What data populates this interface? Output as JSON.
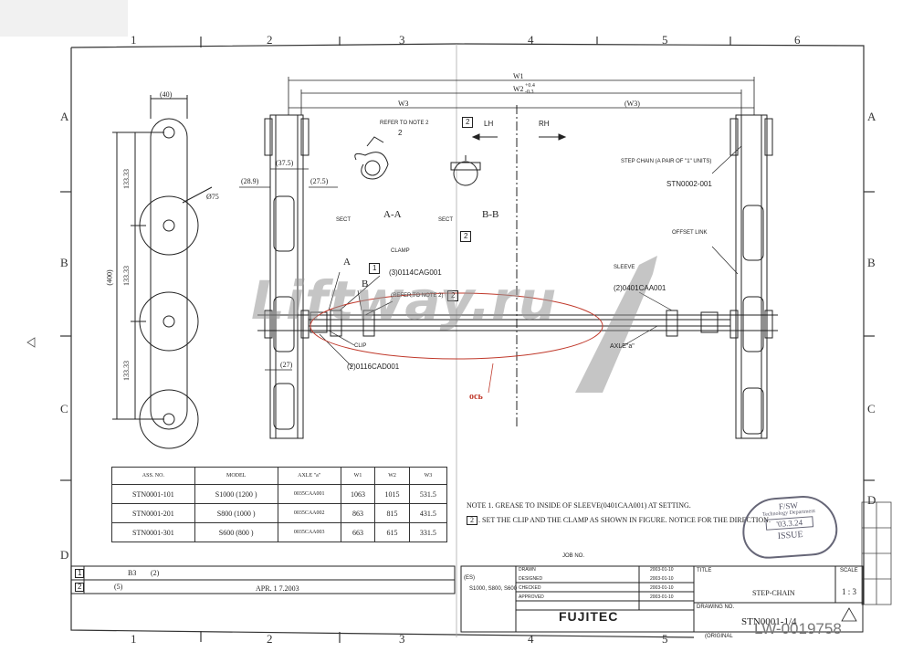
{
  "zones": {
    "top": [
      "1",
      "2",
      "3",
      "4",
      "5",
      "6"
    ],
    "side": [
      "A",
      "B",
      "C",
      "D"
    ]
  },
  "section_a": {
    "refer_note": "REFER TO NOTE 2",
    "note_num": "2",
    "sect_label": "SECT",
    "sect_name": "A-A",
    "dim_left": "(28.9)",
    "dim_mid": "(37.5)",
    "dim_right": "(27.5)"
  },
  "section_b": {
    "badge": "2",
    "lh": "LH",
    "rh": "RH",
    "sect_label": "SECT",
    "sect_name": "B-B",
    "badge2": "2"
  },
  "side_view": {
    "dim_top": "(40)",
    "dim_total": "(400)",
    "pitch1": "133.33",
    "pitch2": "133.33",
    "pitch3": "133.33",
    "roller": "Ø75"
  },
  "dims": {
    "w1": "W1",
    "w2": "W2",
    "w2_tol_plus": "+0.4",
    "w2_tol_minus": "-0.3",
    "w3_left": "W3",
    "w3_right": "(W3)",
    "d27": "(27)"
  },
  "callouts": {
    "clamp": "CLAMP",
    "clamp_num": "1",
    "clamp_part": "(3)0114CAG001",
    "refer2": "(REFER TO NOTE 2)",
    "refer2_num": "2",
    "a_mark": "A",
    "b_mark": "B",
    "clip": "CLIP",
    "clip_part": "(2)0116CAD001",
    "sleeve": "SLEEVE",
    "sleeve_part": "(2)0401CAA001",
    "axle": "AXLE\"a\"",
    "step_chain": "STEP CHAIN (A PAIR OF \"1\" UNITS)",
    "step_chain_part": "STN0002-001",
    "offset_link": "OFFSET LINK",
    "axis_ru": "ось"
  },
  "bom": {
    "headers": [
      "ASS. NO.",
      "MODEL",
      "AXLE \"a\"",
      "W1",
      "W2",
      "W3"
    ],
    "rows": [
      [
        "STN0001-101",
        "S1000  (1200  )",
        "0035CAA001",
        "1063",
        "1015",
        "531.5"
      ],
      [
        "STN0001-201",
        "S800   (1000  )",
        "0035CAA002",
        "863",
        "815",
        "431.5"
      ],
      [
        "STN0001-301",
        "S600   (800  )",
        "0035CAA003",
        "663",
        "615",
        "331.5"
      ]
    ]
  },
  "notes": {
    "n1": "NOTE 1. GREASE TO INSIDE OF SLEEVE(0401CAA001) AT SETTING.",
    "n2_num": "2",
    "n2": ". SET THE CLIP AND THE CLAMP AS SHOWN IN FIGURE. NOTICE FOR THE DIRECTION."
  },
  "stamp": {
    "line1": "F/SW",
    "line2": "Technology Department",
    "date": "'03.3.24",
    "issue": "ISSUE"
  },
  "revision": {
    "r1_num": "1",
    "r1_a": "B3",
    "r1_b": "(2)",
    "r2_num": "2",
    "r2_a": "(5)",
    "date": "APR. 1 7.2003"
  },
  "title_block": {
    "job_no": "JOB NO.",
    "models_code": "(ES)",
    "models": "S1000, S800, S600",
    "drawn": "DRAWN",
    "designed": "DESIGNED",
    "checked": "CHECKED",
    "approved": "APPROVED",
    "dates": [
      "2003-01-10",
      "2003-01-10",
      "2003-01-10",
      "2003-01-10"
    ],
    "title_label": "TITLE",
    "title": "STEP-CHAIN",
    "scale_label": "SCALE",
    "scale": "1 : 3",
    "company": "FUJITEC",
    "drawing_no_label": "DRAWING NO.",
    "drawing_no": "STN0001-1/4",
    "original": "(ORIGINAL",
    "ref": "LW-0019758"
  },
  "watermark": "Liftway.ru"
}
